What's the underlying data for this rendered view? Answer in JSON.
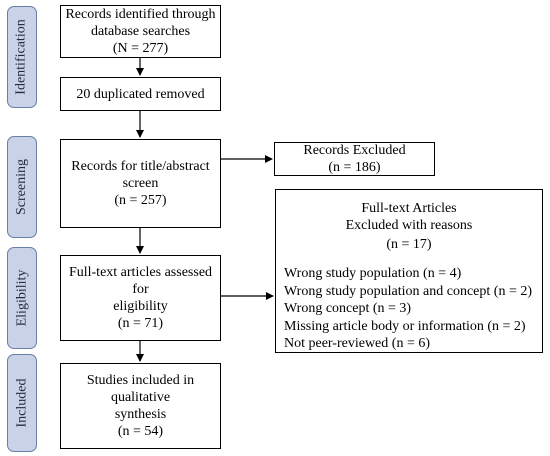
{
  "stages": [
    {
      "label": "Identification"
    },
    {
      "label": "Screening"
    },
    {
      "label": "Eligibility"
    },
    {
      "label": "Included"
    }
  ],
  "boxes": {
    "records_identified": {
      "line1": "Records identified through",
      "line2": "database searches",
      "line3": "(N = 277)"
    },
    "duplicates_removed": {
      "line1": "20 duplicated removed"
    },
    "records_screened": {
      "line1": "Records for title/abstract",
      "line2": "screen",
      "line3": "(n = 257)"
    },
    "records_excluded": {
      "line1": "Records Excluded",
      "line2": "(n = 186)"
    },
    "fulltext_assessed": {
      "line1": "Full-text articles assessed for",
      "line2": "eligibility",
      "line3": "(n = 71)"
    },
    "fulltext_excluded": {
      "line1": "Full-text Articles",
      "line2": "Excluded with reasons",
      "line3": "(n = 17)",
      "reasons": [
        "Wrong study population (n = 4)",
        "Wrong study population and concept (n = 2)",
        "Wrong concept (n = 3)",
        "Missing article body or information (n = 2)",
        "Not peer-reviewed (n = 6)"
      ]
    },
    "studies_included": {
      "line1": "Studies included in qualitative",
      "line2": "synthesis",
      "line3": "(n = 54)"
    }
  }
}
